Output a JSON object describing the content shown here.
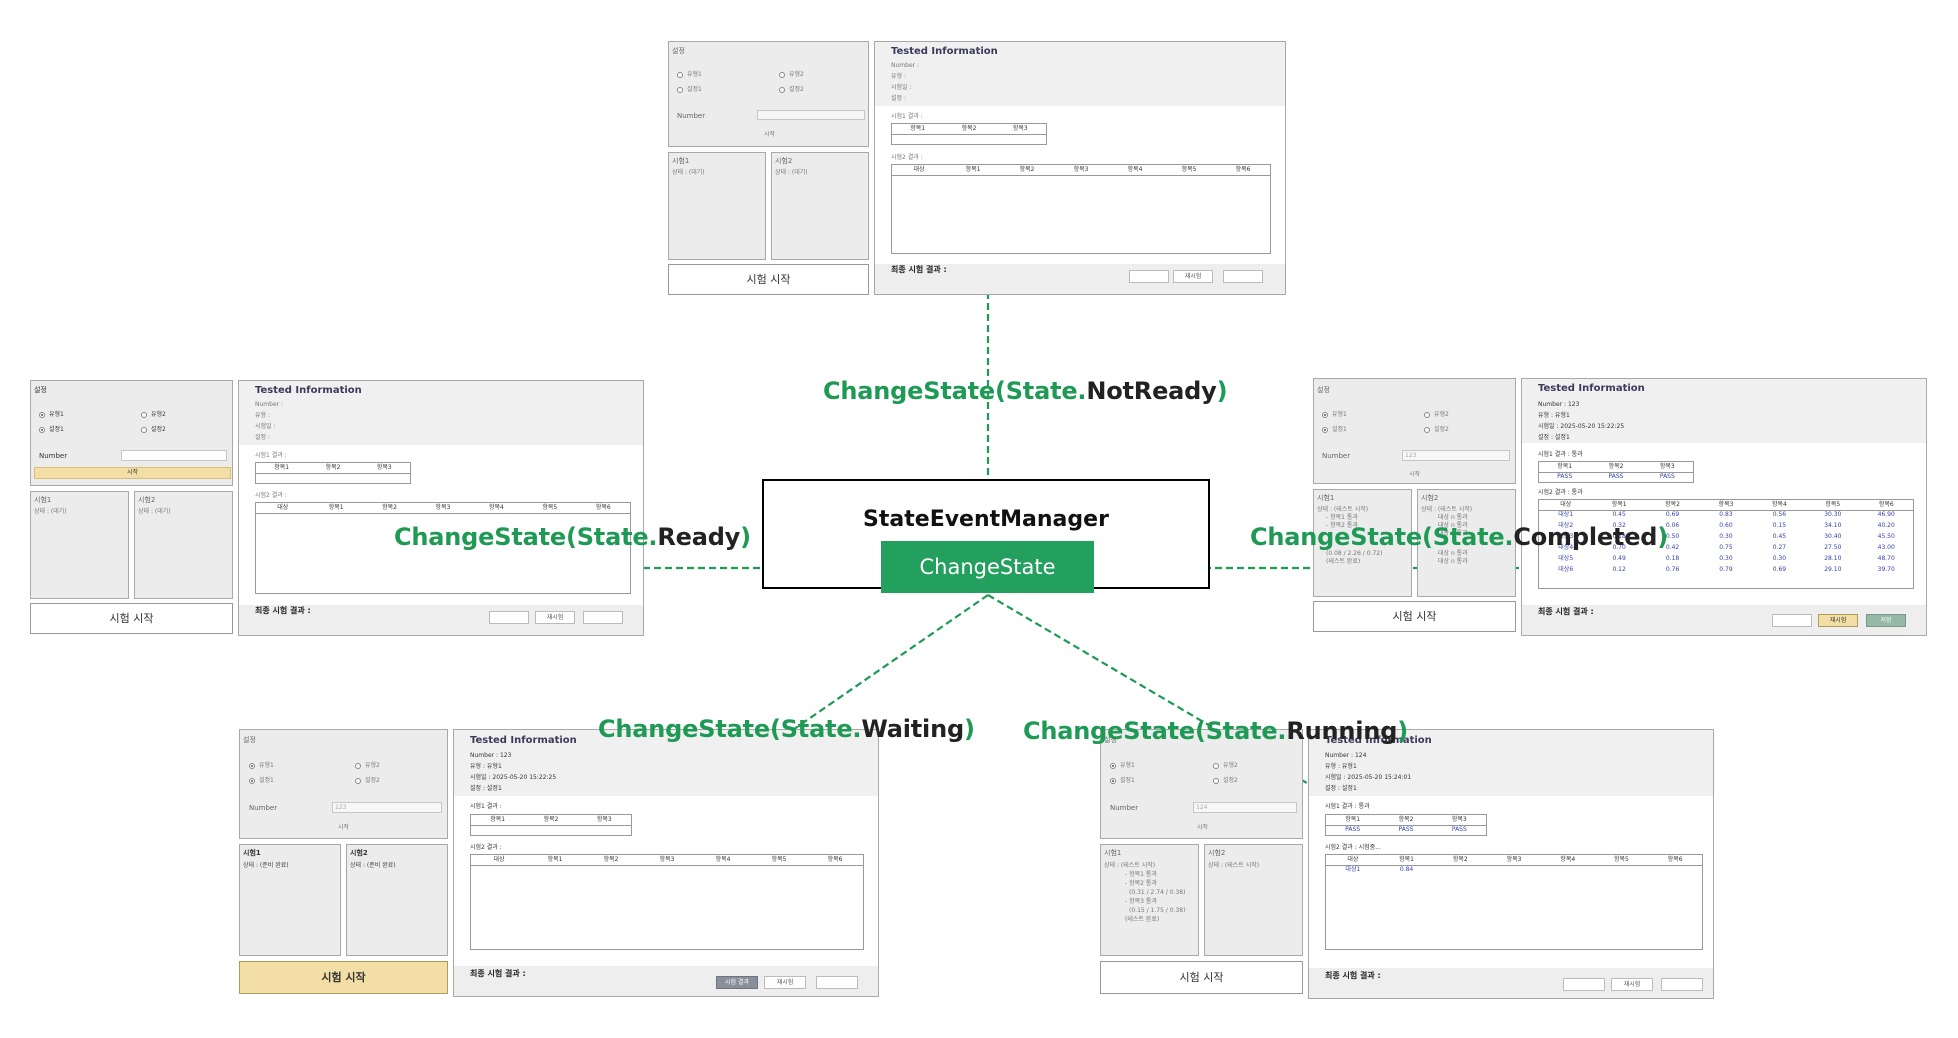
{
  "manager": {
    "title": "StateEventManager",
    "method": "ChangeState"
  },
  "labels": {
    "notready": {
      "prefix": "ChangeState(State.",
      "state": "NotReady",
      "suffix": ")"
    },
    "ready": {
      "prefix": "ChangeState(State.",
      "state": "Ready",
      "suffix": ")"
    },
    "completed": {
      "prefix": "ChangeState(State.",
      "state": "Completed",
      "suffix": ")"
    },
    "waiting": {
      "prefix": "ChangeState(State.",
      "state": "Waiting",
      "suffix": ")"
    },
    "running": {
      "prefix": "ChangeState(State.",
      "state": "Running",
      "suffix": ")"
    }
  },
  "colors": {
    "accent": "#23a05e",
    "highlight": "#f3dfa6",
    "sage": "#96b8a6",
    "dark_button": "#8a8f9c"
  },
  "ui": {
    "settings": "설정",
    "type1": "유형1",
    "type2": "유형2",
    "setting1": "설정1",
    "setting2": "설정2",
    "number": "Number",
    "start": "시작",
    "test1": "시험1",
    "test2": "시험2",
    "status": "상태 :",
    "standby": "(대기)",
    "ready_done": "(준비 완료)",
    "test_started": "(테스트 시작)",
    "test_done": "(테스트 완료)",
    "start_test": "시험 시작",
    "tested_info": "Tested Information",
    "number_label": "Number :",
    "type_label": "유형 :",
    "time_label": "시험일 :",
    "setting_label": "설정 :",
    "result1": "시험1 결과 :",
    "result2": "시험2 결과 :",
    "final": "최종 시험 결과 :",
    "retest": "재시험",
    "save": "저장",
    "test_result": "시험 결과",
    "cols1": [
      "항목1",
      "항목2",
      "항목3"
    ],
    "cols2": [
      "대상",
      "항목1",
      "항목2",
      "항목3",
      "항목4",
      "항목5",
      "항목6"
    ],
    "pass": "PASS",
    "pass_text": "통과",
    "testing": "시험중...",
    "item1_pass": "- 항목1 통과",
    "item2_pass": "- 항목2 통과",
    "item3_pass": "- 항목3 통과",
    "item_pass_a": "대상 n 통과",
    "range1": "(0.31 / 2.74 / 0.38)",
    "range2": "(0.15 / 1.75 / 0.38)",
    "range3": "(0.08 / 2.26 / 0.72)"
  },
  "states": {
    "notready": {
      "number": "",
      "type": "",
      "time": "",
      "setting": ""
    },
    "ready": {
      "number": "",
      "type": "",
      "time": "",
      "setting": ""
    },
    "completed": {
      "number": "123",
      "type": "유형1",
      "time": "2025-05-20 15:22:25",
      "setting": "설정1",
      "rows": [
        [
          "대상1",
          "0.45",
          "0.69",
          "0.83",
          "0.56",
          "30.30",
          "46.90"
        ],
        [
          "대상2",
          "0.32",
          "0.06",
          "0.60",
          "0.15",
          "34.10",
          "40.20"
        ],
        [
          "대상3",
          "0.18",
          "0.50",
          "0.30",
          "0.45",
          "30.40",
          "45.50"
        ],
        [
          "대상4",
          "0.70",
          "0.42",
          "0.75",
          "0.27",
          "27.50",
          "43.00"
        ],
        [
          "대상5",
          "0.49",
          "0.18",
          "0.30",
          "0.30",
          "28.10",
          "48.70"
        ],
        [
          "대상6",
          "0.12",
          "0.76",
          "0.79",
          "0.69",
          "29.10",
          "39.70"
        ]
      ]
    },
    "waiting": {
      "number": "123",
      "type": "유형1",
      "time": "2025-05-20 15:22:25",
      "setting": "설정1"
    },
    "running": {
      "number": "124",
      "type": "유형1",
      "time": "2025-05-20 15:24:01",
      "setting": "설정1",
      "rows": [
        [
          "대상1",
          "0.84",
          "",
          "",
          "",
          "",
          ""
        ]
      ]
    }
  }
}
